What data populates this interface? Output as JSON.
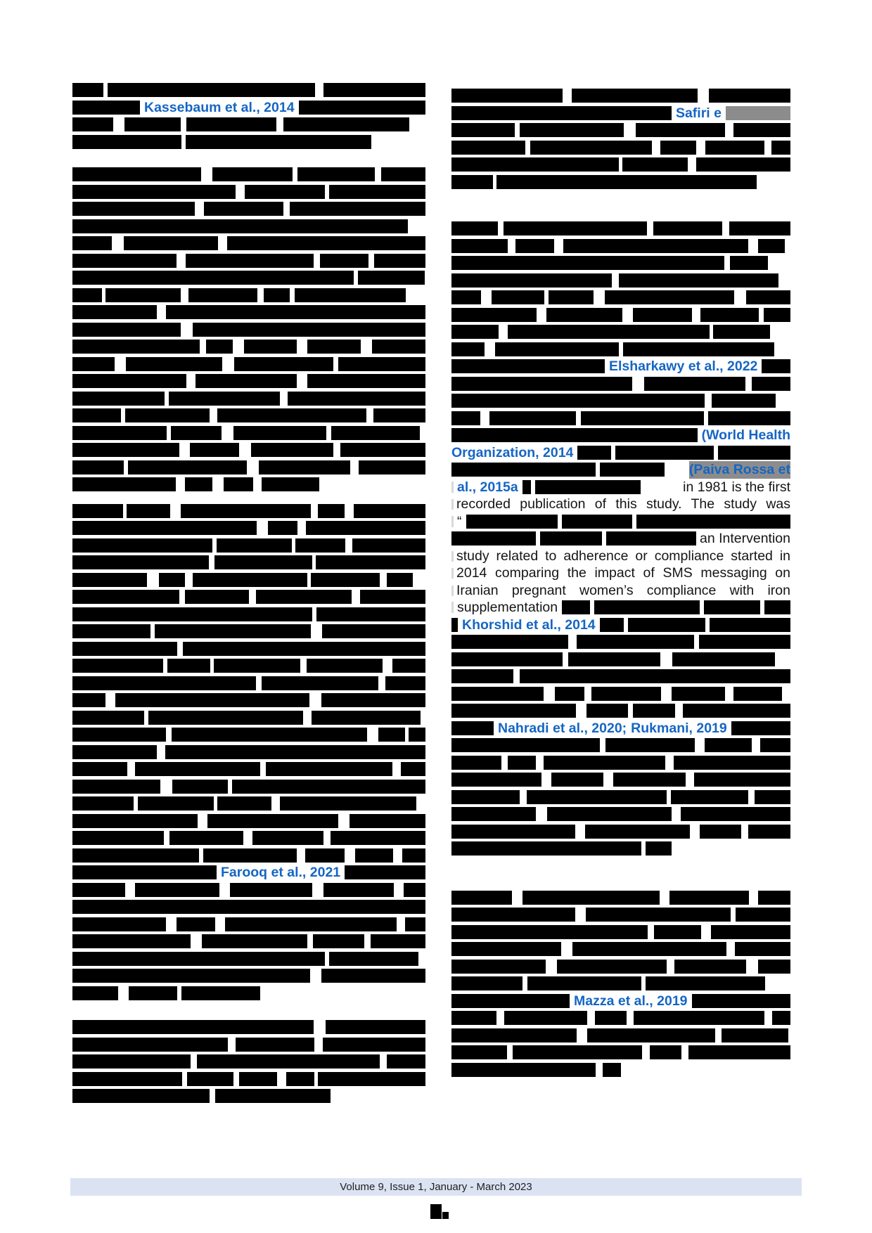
{
  "document": {
    "footer_text": "Volume 9, Issue 1, January - March 2023"
  },
  "citations": {
    "kassebaum": "Kassebaum et al., 2014",
    "safiri_partial": "Safiri e",
    "elsharkawy": "Elsharkawy et al., 2022",
    "world_health_line1": "(World Health",
    "world_health_line2": "Organization, 2014",
    "paiva_line1": "(Paiva Rossa et",
    "paiva_line2": "al., 2015a",
    "khorshid": "Khorshid et al., 2014",
    "nahradi": "Nahradi et al., 2020;",
    "rukmani": "Rukmani, 2019",
    "farooq": "Farooq et al., 2021",
    "mazza": "Mazza et al., 2019"
  },
  "body_text": {
    "line_1981_tail": "in 1981 is the first",
    "line_recorded": "recorded publication of this study. The study was",
    "quote_open": "“",
    "line_intervention_tail": "an Intervention",
    "line_study": "study related to adherence or compliance started in",
    "line_2014": "2014 comparing the impact of SMS messaging on",
    "line_iranian": "Iranian pregnant women’s compliance with iron",
    "line_supplementation": "supplementation"
  },
  "colors": {
    "citation_blue": "#1566C4",
    "redaction_black": "#000000",
    "highlight_gray": "#8C8C8C",
    "footer_bg": "#DBE3F3"
  }
}
